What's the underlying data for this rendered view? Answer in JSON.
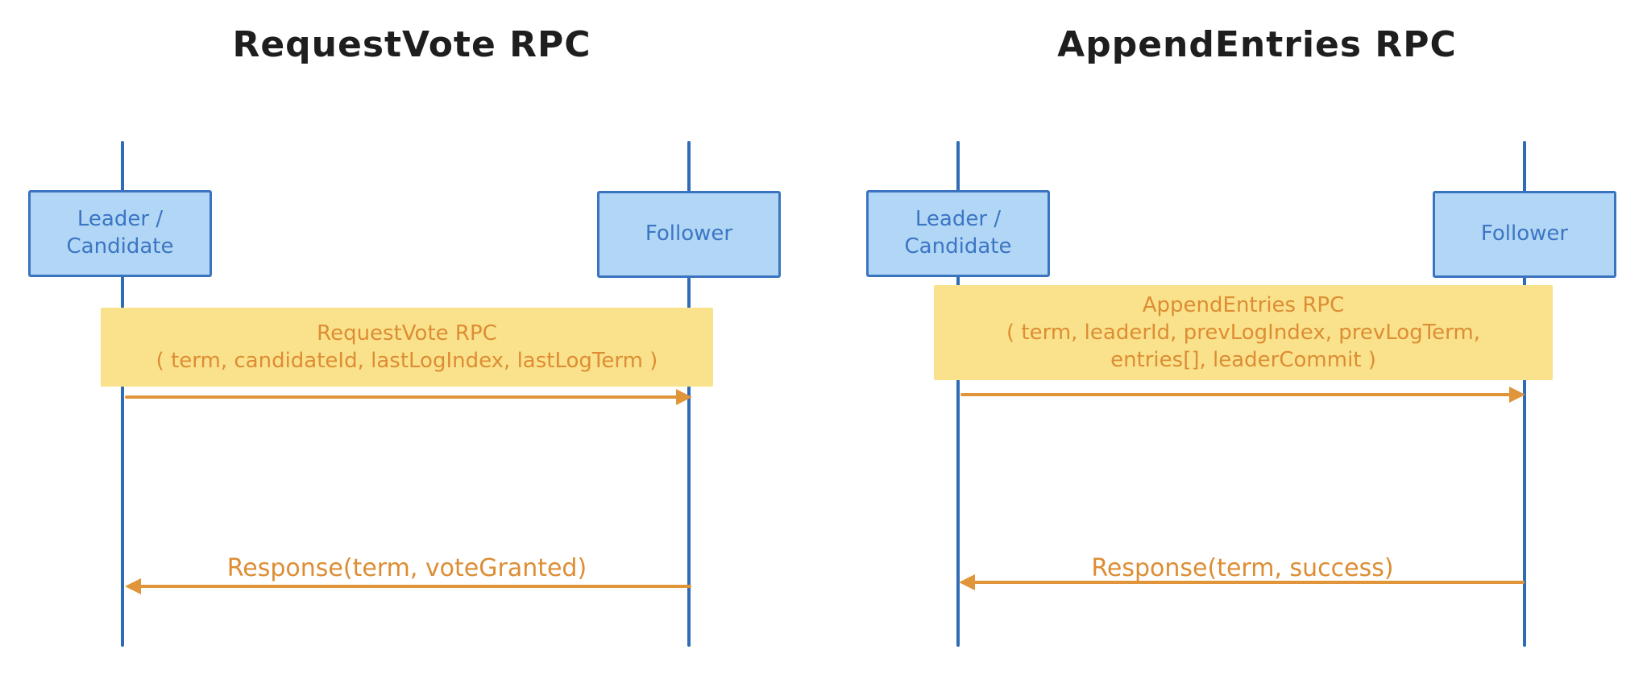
{
  "colors": {
    "title_text": "#1e1e1e",
    "actor_fill": "#b2d6f5",
    "actor_border": "#3a74c0",
    "actor_text": "#3b76c4",
    "lifeline": "#2f6cb5",
    "message_fill": "#fae28c",
    "message_text": "#dd8d33",
    "arrow": "#e0953a"
  },
  "diagrams": [
    {
      "title": "RequestVote RPC",
      "actors": [
        {
          "lines": [
            "Leader /",
            "Candidate"
          ]
        },
        {
          "lines": [
            "Follower"
          ]
        }
      ],
      "request": {
        "lines": [
          "RequestVote RPC",
          "( term, candidateId, lastLogIndex, lastLogTerm )"
        ]
      },
      "response": "Response(term, voteGranted)"
    },
    {
      "title": "AppendEntries RPC",
      "actors": [
        {
          "lines": [
            "Leader /",
            "Candidate"
          ]
        },
        {
          "lines": [
            "Follower"
          ]
        }
      ],
      "request": {
        "lines": [
          "AppendEntries RPC",
          "( term, leaderId, prevLogIndex, prevLogTerm,",
          "entries[], leaderCommit )"
        ]
      },
      "response": "Response(term, success)"
    }
  ]
}
